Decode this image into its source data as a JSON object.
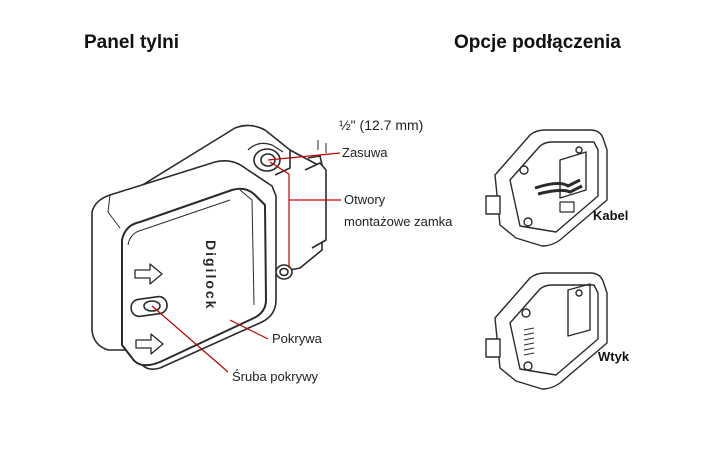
{
  "titles": {
    "left": "Panel tylni",
    "right": "Opcje podłączenia"
  },
  "labels": {
    "dimension": "½\" (12.7 mm)",
    "latch": "Zasuwa",
    "holes_line1": "Otwory",
    "holes_line2": "montażowe zamka",
    "cover": "Pokrywa",
    "cover_screw": "Śruba pokrywy",
    "cable": "Kabel",
    "plug": "Wtyk"
  },
  "brand_text": "Digilock",
  "colors": {
    "leader_line": "#c00000",
    "outline": "#2a2a2a"
  }
}
